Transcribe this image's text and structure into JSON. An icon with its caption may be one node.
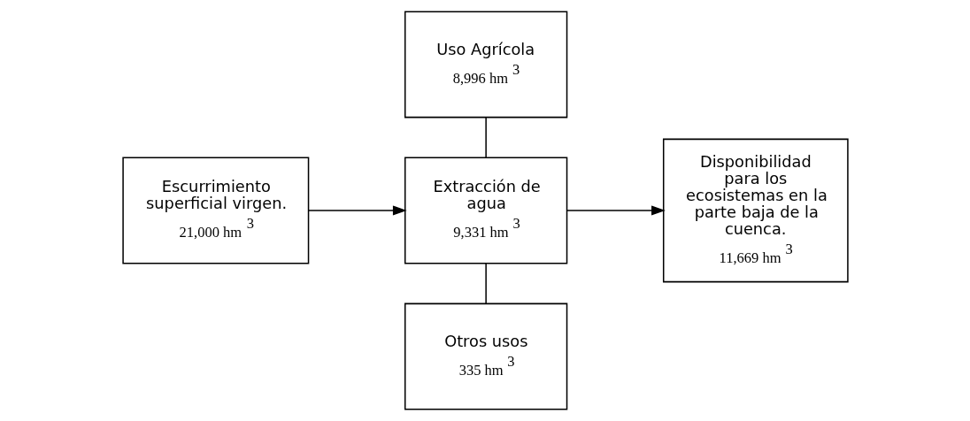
{
  "diagram": {
    "nodes": [
      {
        "text": [
          "Escurrimiento superficial virgen.",
          "21,000 hm $^{3}$"
        ]
      },
      {
        "text": [
          "Uso Agrícola",
          "8,996 hm $^{3}$"
        ]
      },
      {
        "text": [
          "Extracción de agua",
          "9,331 hm $^{3}$"
        ]
      },
      {
        "text": [
          "Otros usos",
          "335 hm $^{3}$"
        ]
      },
      {
        "text": [
          "Disponibilidad para los ecosistemas en la parte baja de la cuenca.",
          "11,669 hm $^{3}$"
        ]
      }
    ],
    "edges": [
      {
        "from": 0,
        "to": 2,
        "arrow": "to"
      },
      {
        "from": 1,
        "to": 2,
        "arrow": "none"
      },
      {
        "from": 2,
        "to": 3,
        "arrow": "none"
      },
      {
        "from": 2,
        "to": 4,
        "arrow": "to"
      }
    ]
  }
}
